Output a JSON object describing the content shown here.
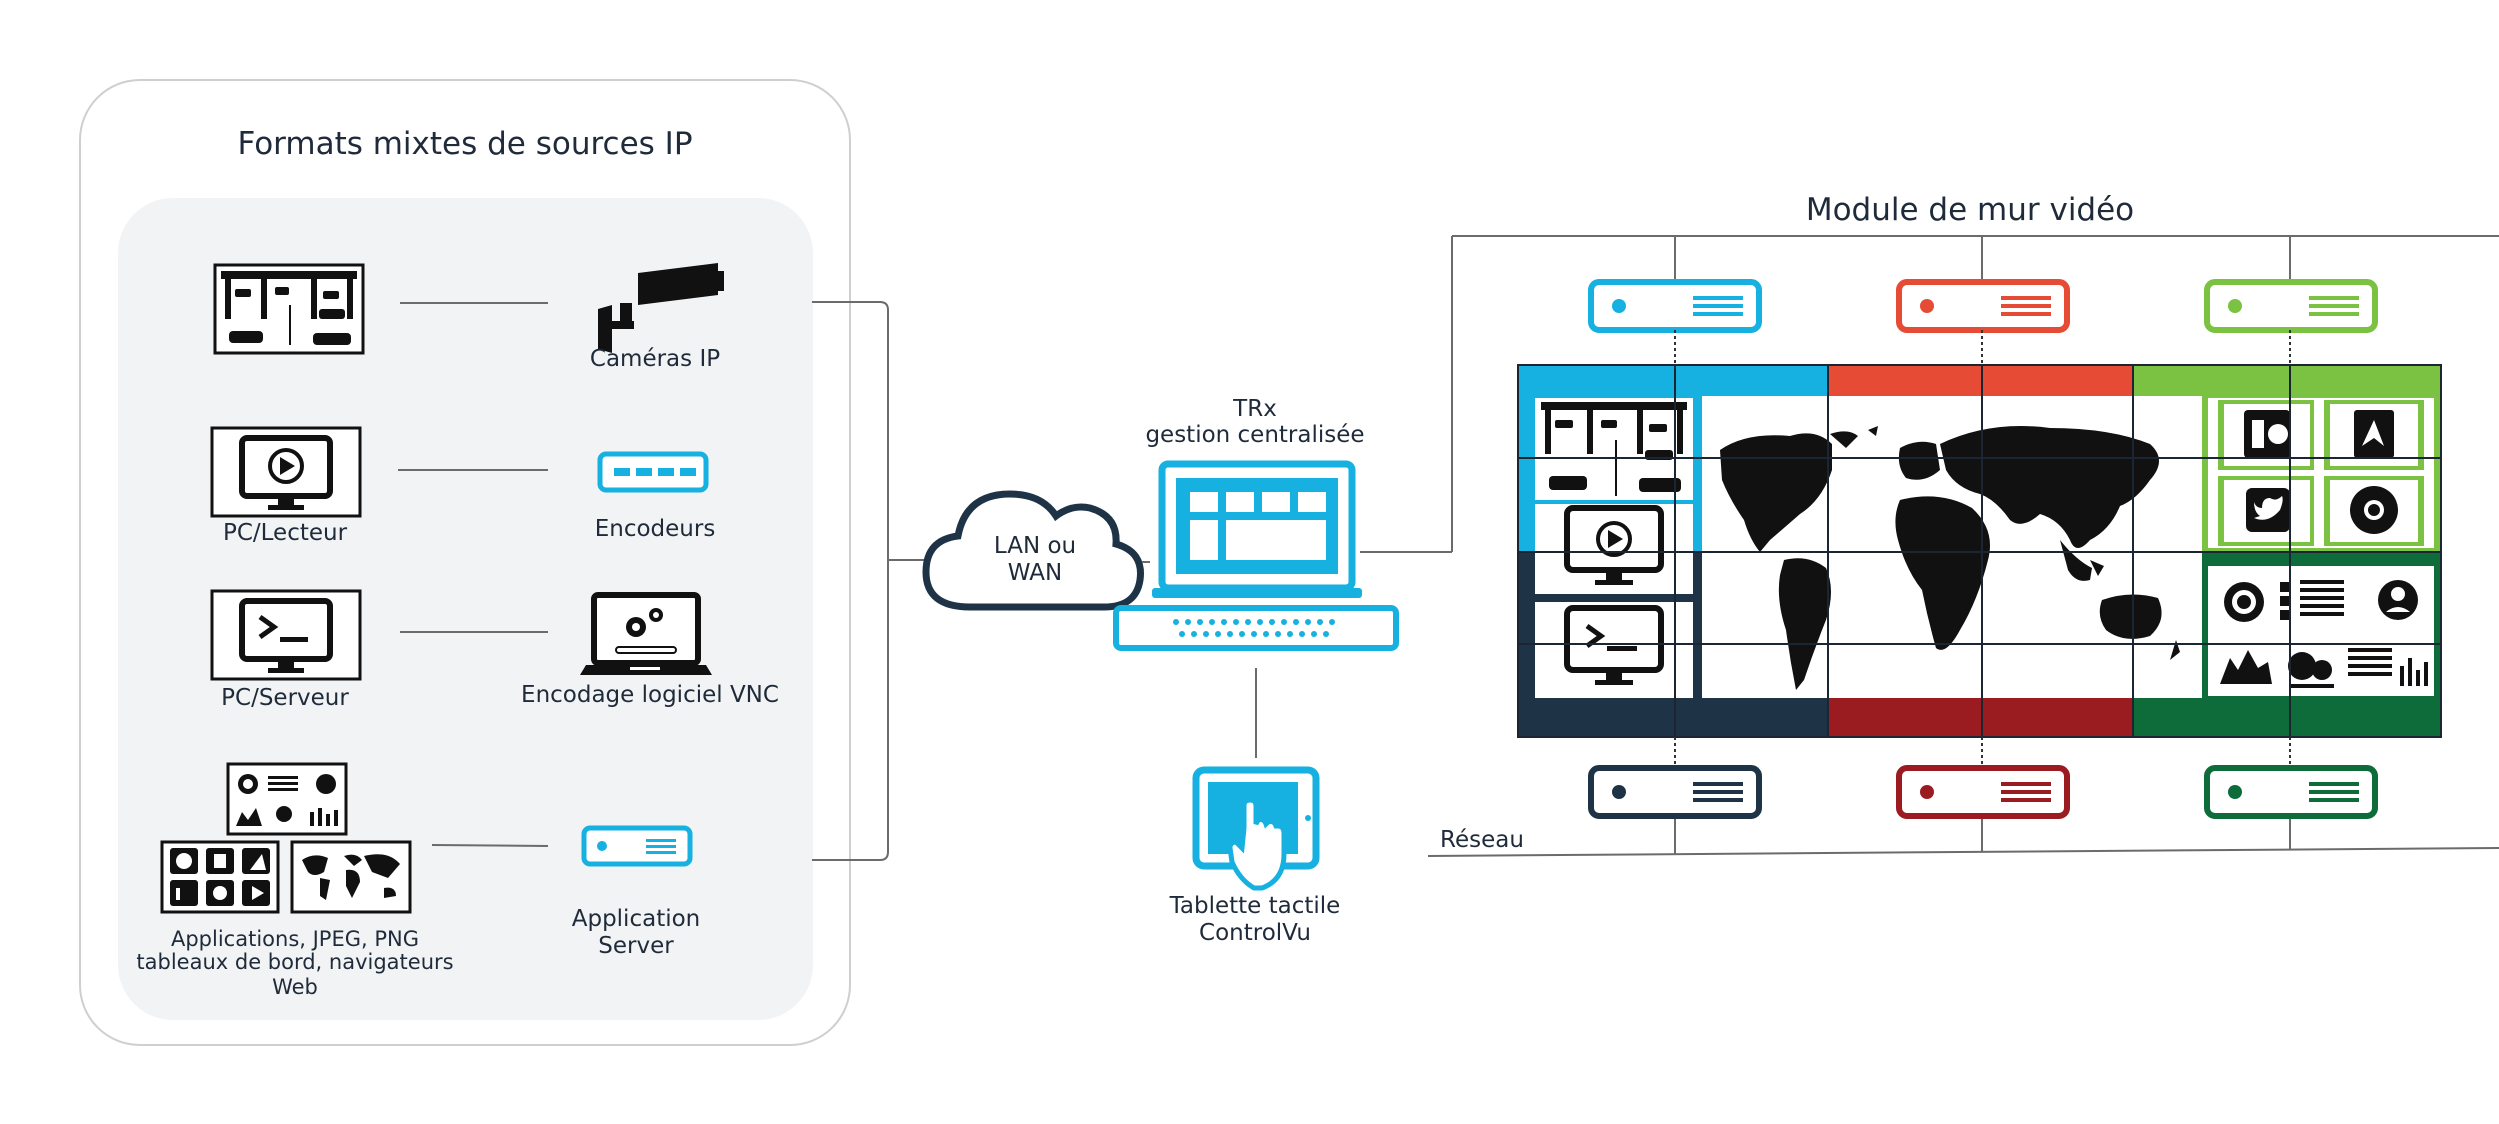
{
  "sources_panel": {
    "title": "Formats mixtes de sources IP",
    "items": [
      {
        "left_label": "",
        "right_label": "Caméras IP"
      },
      {
        "left_label": "PC/Lecteur",
        "right_label": "Encodeurs"
      },
      {
        "left_label": "PC/Serveur",
        "right_label": "Encodage logiciel VNC"
      },
      {
        "left_label_line1": "Applications, JPEG, PNG",
        "left_label_line2": "tableaux de bord, navigateurs Web",
        "right_label_line1": "Application",
        "right_label_line2": "Server"
      }
    ]
  },
  "network": {
    "cloud_line1": "LAN ou",
    "cloud_line2": "WAN"
  },
  "trx": {
    "line1": "TRx",
    "line2": "gestion centralisée"
  },
  "tablet": {
    "line1": "Tablette tactile",
    "line2": "ControlVu"
  },
  "video_wall": {
    "title": "Module de mur vidéo",
    "network_label": "Réseau"
  },
  "colors": {
    "cyan": "#16b1e0",
    "red": "#e64b35",
    "green": "#7cc242",
    "navy": "#1f3347",
    "dark_red": "#9b1c20",
    "dark_green": "#0e6b3a",
    "panel_border": "#cfcfcf",
    "inner_panel": "#f2f3f4"
  }
}
